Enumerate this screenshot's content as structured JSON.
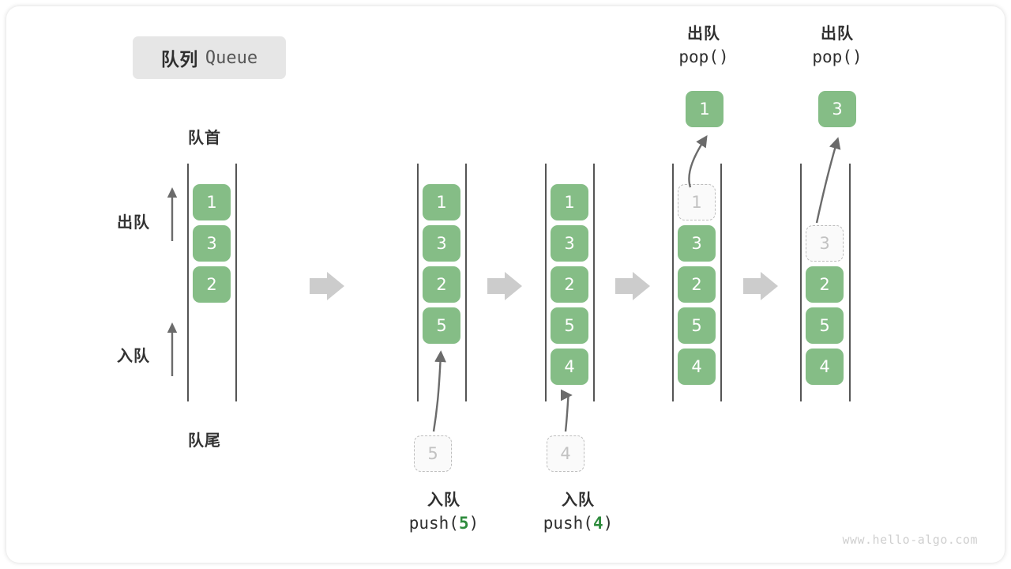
{
  "title": {
    "cn": "队列",
    "en": "Queue"
  },
  "labels": {
    "head": "队首",
    "tail": "队尾",
    "dequeue": "出队",
    "enqueue": "入队"
  },
  "watermark": "www.hello-algo.com",
  "colors": {
    "cell_green": "#85bd86",
    "cell_text": "#ffffff",
    "ghost_fill": "#fafafa",
    "ghost_border": "#bdbdbd",
    "ghost_text": "#c2c2c2",
    "rail": "#555555",
    "arrow_gray": "#cccccc",
    "curve_arrow": "#6b6b6b",
    "accent_num": "#2e8b3d",
    "chip_bg": "#e6e6e6",
    "text_dark": "#2f2f2f",
    "watermark": "#cfcfcf"
  },
  "steps": [
    {
      "id": "initial",
      "cells": [
        "1",
        "3",
        "2"
      ],
      "ghost_index": null,
      "caption_cn": "",
      "caption_code": "",
      "popped": null,
      "incoming": null
    },
    {
      "id": "push-5",
      "cells": [
        "1",
        "3",
        "2",
        "5"
      ],
      "ghost_index": null,
      "caption_cn": "入队",
      "caption_code_prefix": "push(",
      "caption_code_num": "5",
      "caption_code_suffix": ")",
      "popped": null,
      "incoming": "5"
    },
    {
      "id": "push-4",
      "cells": [
        "1",
        "3",
        "2",
        "5",
        "4"
      ],
      "ghost_index": null,
      "caption_cn": "入队",
      "caption_code_prefix": "push(",
      "caption_code_num": "4",
      "caption_code_suffix": ")",
      "popped": null,
      "incoming": "4"
    },
    {
      "id": "pop-1",
      "cells": [
        "1",
        "3",
        "2",
        "5",
        "4"
      ],
      "ghost_index": 0,
      "caption_cn": "出队",
      "caption_code": "pop()",
      "popped": "1",
      "incoming": null
    },
    {
      "id": "pop-3",
      "cells": [
        "3",
        "2",
        "5",
        "4"
      ],
      "ghost_index": 0,
      "caption_cn": "出队",
      "caption_code": "pop()",
      "popped": "3",
      "incoming": null
    }
  ],
  "step_values": {
    "s1": {
      "c0": "1",
      "c1": "3",
      "c2": "2"
    },
    "s2": {
      "c0": "1",
      "c1": "3",
      "c2": "2",
      "c3": "5",
      "incoming": "5",
      "cn": "入队",
      "pre": "push(",
      "num": "5",
      "post": ")"
    },
    "s3": {
      "c0": "1",
      "c1": "3",
      "c2": "2",
      "c3": "5",
      "c4": "4",
      "incoming": "4",
      "cn": "入队",
      "pre": "push(",
      "num": "4",
      "post": ")"
    },
    "s4": {
      "c0": "1",
      "c1": "3",
      "c2": "2",
      "c3": "5",
      "c4": "4",
      "popped": "1",
      "cn": "出队",
      "code": "pop()"
    },
    "s5": {
      "c0": "3",
      "c1": "2",
      "c2": "5",
      "c3": "4",
      "popped": "3",
      "cn": "出队",
      "code": "pop()"
    }
  }
}
